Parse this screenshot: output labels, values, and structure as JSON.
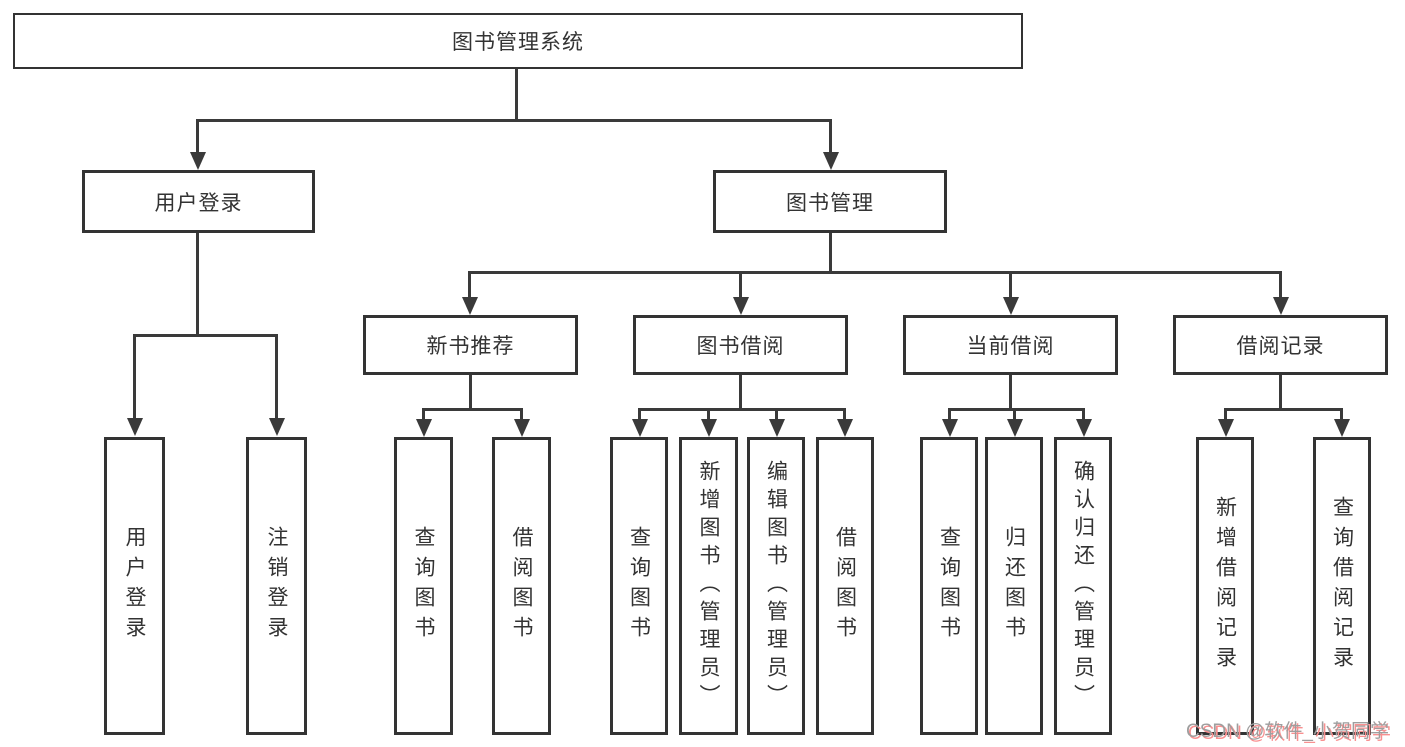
{
  "diagram": {
    "title": "图书管理系统",
    "root": {
      "label": "图书管理系统"
    },
    "level1": [
      {
        "label": "用户登录"
      },
      {
        "label": "图书管理"
      }
    ],
    "login_children": [
      {
        "label": "用户登录"
      },
      {
        "label": "注销登录"
      }
    ],
    "modules": [
      {
        "label": "新书推荐",
        "children": [
          {
            "label": "查询图书"
          },
          {
            "label": "借阅图书"
          }
        ]
      },
      {
        "label": "图书借阅",
        "children": [
          {
            "label": "查询图书"
          },
          {
            "label": "新增图书（管理员）"
          },
          {
            "label": "编辑图书（管理员）"
          },
          {
            "label": "借阅图书"
          }
        ]
      },
      {
        "label": "当前借阅",
        "children": [
          {
            "label": "查询图书"
          },
          {
            "label": "归还图书"
          },
          {
            "label": "确认归还（管理员）"
          }
        ]
      },
      {
        "label": "借阅记录",
        "children": [
          {
            "label": "新增借阅记录"
          },
          {
            "label": "查询借阅记录"
          }
        ]
      }
    ]
  },
  "watermark": {
    "text": "CSDN @软件_小贺同学"
  },
  "colors": {
    "line": "#3a3a3a",
    "border": "#333333",
    "text": "#333333",
    "background": "#ffffff",
    "watermark_gray": "#9e9e9e",
    "watermark_red_shadow": "#f99090"
  }
}
